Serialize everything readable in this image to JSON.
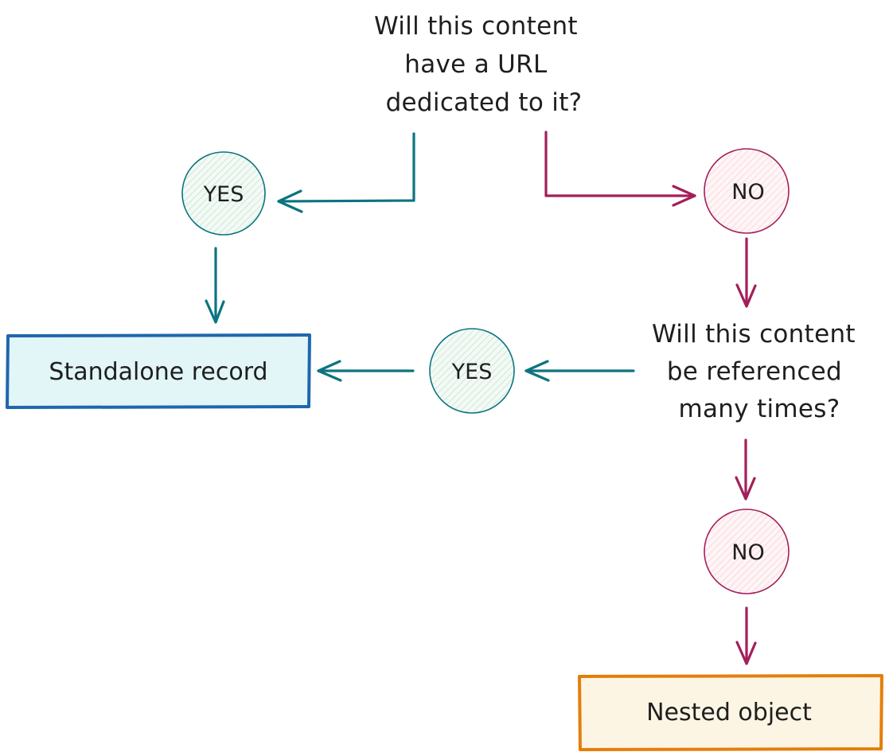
{
  "question_1": {
    "lines": [
      "Will this content",
      "have a URL",
      "dedicated to it?"
    ]
  },
  "question_2": {
    "lines": [
      "Will this content",
      "be referenced",
      "many times?"
    ]
  },
  "nodes": {
    "yes_1": "YES",
    "no_1": "NO",
    "yes_2": "YES",
    "no_2": "NO"
  },
  "outcomes": {
    "standalone": "Standalone record",
    "nested": "Nested object"
  },
  "colors": {
    "yes_stroke": "#0c7480",
    "yes_fill": "#eaf6ee",
    "no_stroke": "#a31f5b",
    "no_fill": "#fdeef0",
    "standalone_stroke": "#1f67ad",
    "standalone_fill": "#e2f5f7",
    "nested_stroke": "#e47e0b",
    "nested_fill": "#fdf5e4"
  }
}
